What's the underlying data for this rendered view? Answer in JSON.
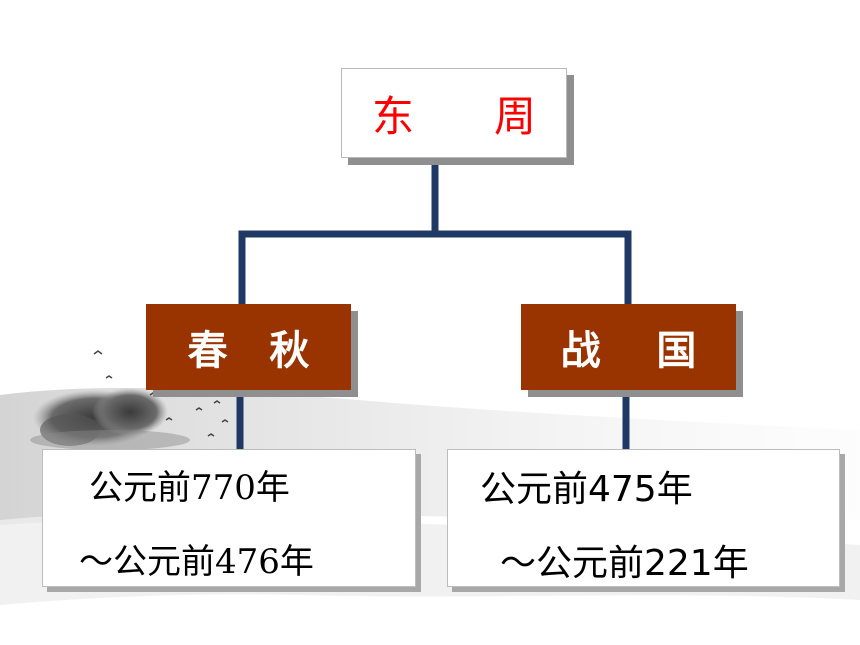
{
  "root": {
    "label": "东      周"
  },
  "branches": [
    {
      "label": "春   秋",
      "dates": [
        "公元前770年",
        "～公元前476年"
      ]
    },
    {
      "label": "战    国",
      "dates": [
        "公元前475年",
        "～公元前221年"
      ]
    }
  ],
  "colors": {
    "root_text": "#ff0000",
    "period_fill": "#993300",
    "period_text": "#ffffff",
    "connector": "#1f3864",
    "shadow": "#8f8f8f"
  },
  "decorations": [
    "ink-landscape-painting",
    "flying-birds"
  ]
}
